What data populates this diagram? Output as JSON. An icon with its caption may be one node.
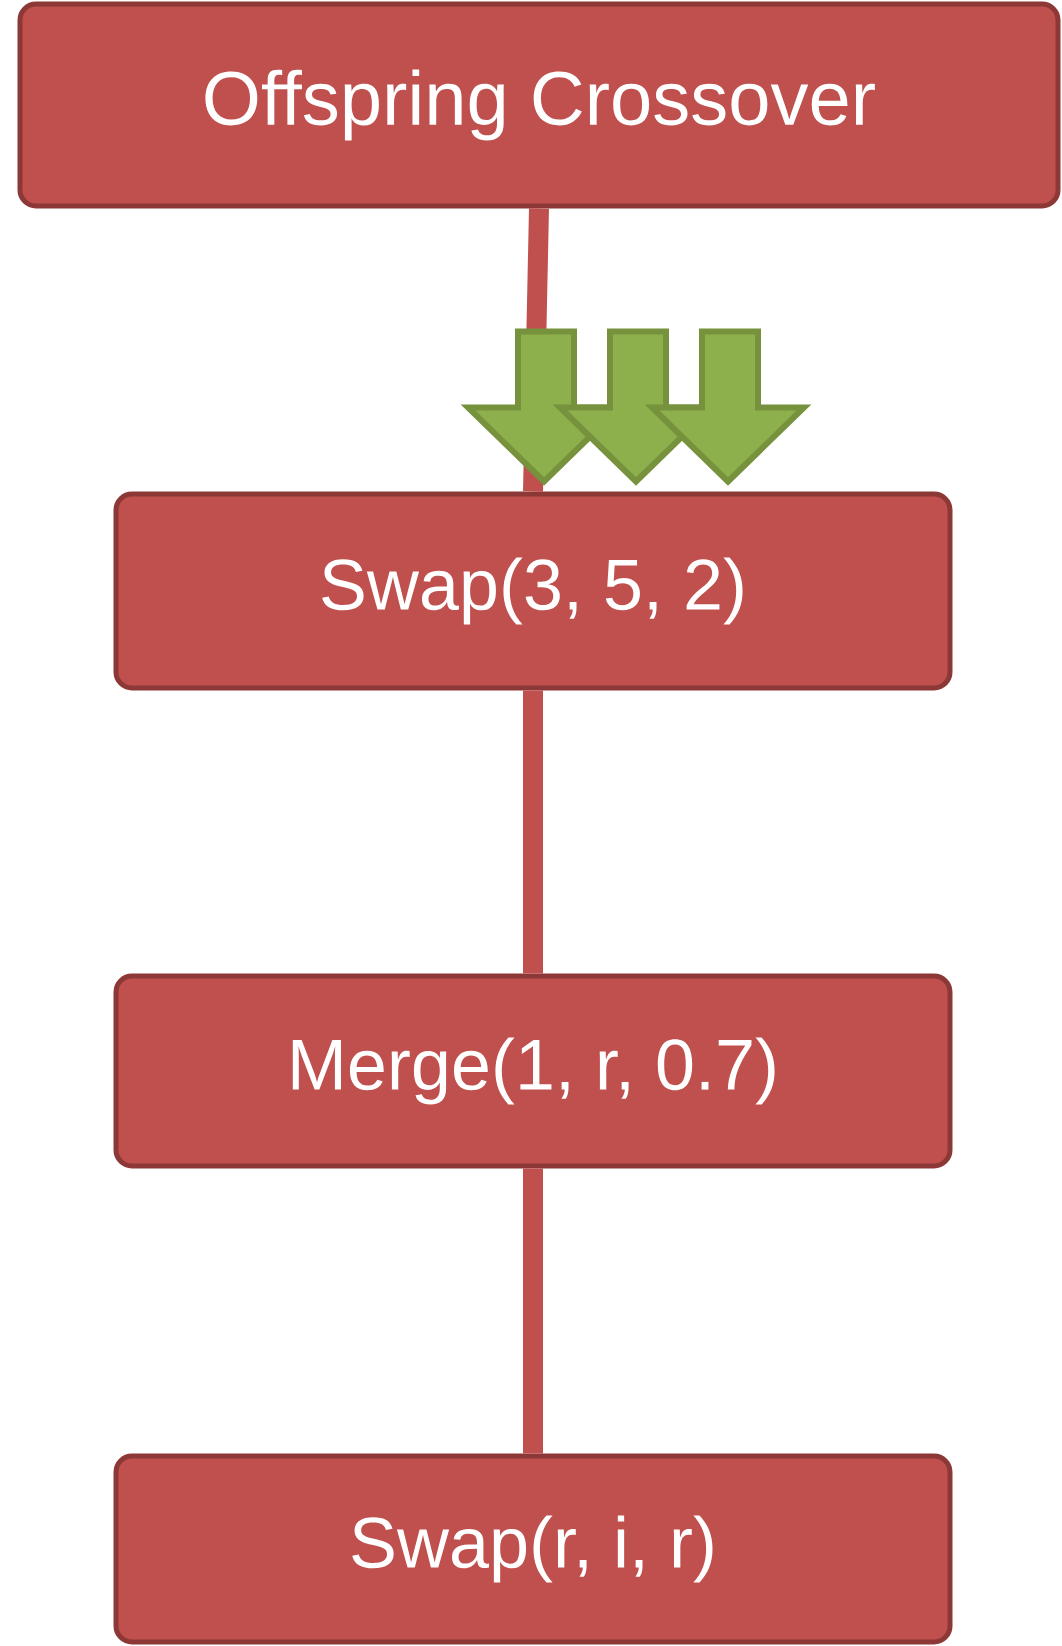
{
  "diagram": {
    "nodes": [
      {
        "text": [
          "Offspring Crossover"
        ]
      },
      {
        "text": [
          "Swap(3, 5, 2)"
        ]
      },
      {
        "text": [
          "Merge(1, r, 0.7)"
        ]
      },
      {
        "text": [
          "Swap(r, i, r)"
        ]
      }
    ],
    "edges": [
      {
        "from": 0,
        "to": 1,
        "arrow": "none"
      },
      {
        "from": 1,
        "to": 2,
        "arrow": "none"
      },
      {
        "from": 2,
        "to": 3,
        "arrow": "none"
      },
      {
        "from": null,
        "to": 1,
        "arrow": "to",
        "style": "thick",
        "color": "#8db04d"
      },
      {
        "from": null,
        "to": 1,
        "arrow": "to",
        "style": "thick",
        "color": "#8db04d"
      },
      {
        "from": null,
        "to": 1,
        "arrow": "to",
        "style": "thick",
        "color": "#8db04d"
      }
    ]
  }
}
